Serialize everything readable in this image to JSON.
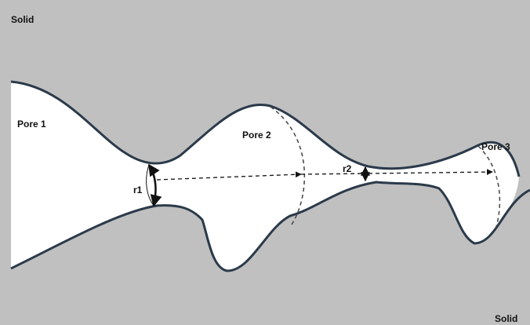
{
  "labels": {
    "solid_top": "Solid",
    "solid_bottom": "Solid",
    "pore_1": "Pore 1",
    "pore_2": "Pore 2",
    "pore_3": "Pore 3",
    "r1": "r1",
    "r2": "r2"
  },
  "colors": {
    "solid": "#c0c0c0",
    "pore": "#ffffff",
    "boundary": "#2b3a4a",
    "arrows": "#111111"
  }
}
